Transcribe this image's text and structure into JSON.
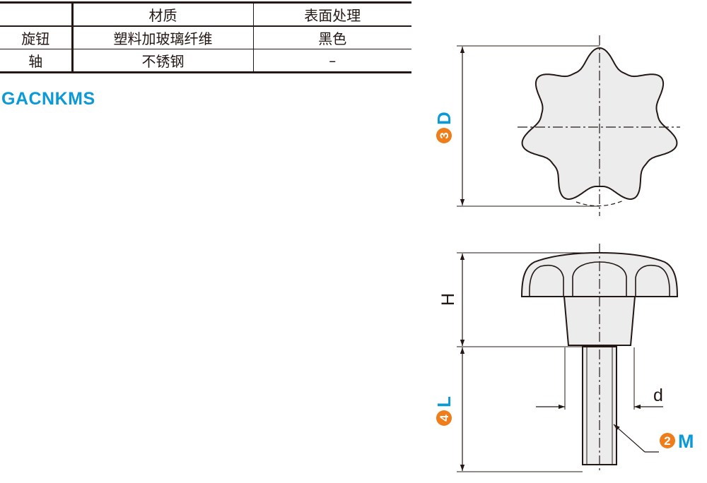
{
  "spec_table": {
    "headers": [
      "",
      "材质",
      "表面处理"
    ],
    "rows": [
      {
        "part": "旋钮",
        "material": "塑料加玻璃纤维",
        "finish": "黑色"
      },
      {
        "part": "轴",
        "material": "不锈钢",
        "finish": "–"
      }
    ]
  },
  "model_code": "GACNKMS",
  "dimension_labels": {
    "D": {
      "number": "3",
      "letter": "D"
    },
    "L": {
      "number": "4",
      "letter": "L"
    },
    "M": {
      "number": "2",
      "letter": "M"
    },
    "H": "H",
    "d": "d"
  },
  "colors": {
    "accent_blue": "#0b9ad6",
    "badge_orange": "#ef7d1a",
    "line": "#231815",
    "part_fill": "#ececec"
  }
}
